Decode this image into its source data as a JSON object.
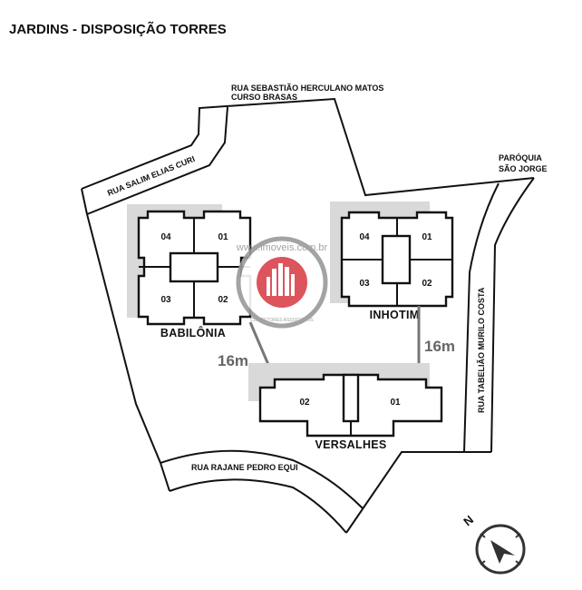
{
  "title": "JARDINS - DISPOSIÇÃO TORRES",
  "streets": {
    "top_line1": "RUA SEBASTIÃO  HERCULANO MATOS",
    "top_line2": "CURSO BRASAS",
    "salim": "RUA SALIM ELIAS CURI",
    "murilo": "RUA TABELIÃO MURILO COSTA",
    "rajane": "RUA RAJANE PEDRO EQUI"
  },
  "landmark": {
    "line1": "PARÓQUIA",
    "line2": "SÃO JORGE"
  },
  "towers": {
    "babilonia": {
      "name": "BABILÔNIA",
      "units": [
        "04",
        "01",
        "03",
        "02"
      ]
    },
    "inhotim": {
      "name": "INHOTIM",
      "units": [
        "04",
        "01",
        "03",
        "02"
      ]
    },
    "versalhes": {
      "name": "VERSALHES",
      "units": [
        "02",
        "01"
      ]
    }
  },
  "distances": {
    "babilonia_versalhes": "16m",
    "inhotim_versalhes": "16m"
  },
  "compass": {
    "north_label": "N"
  },
  "watermark": {
    "url_text": "www.imoveis.com.br",
    "tagline": "CORRETORES ASSOCIADOS"
  },
  "colors": {
    "watermark_red": "#d9434b",
    "watermark_gray": "#9a9a9a"
  }
}
